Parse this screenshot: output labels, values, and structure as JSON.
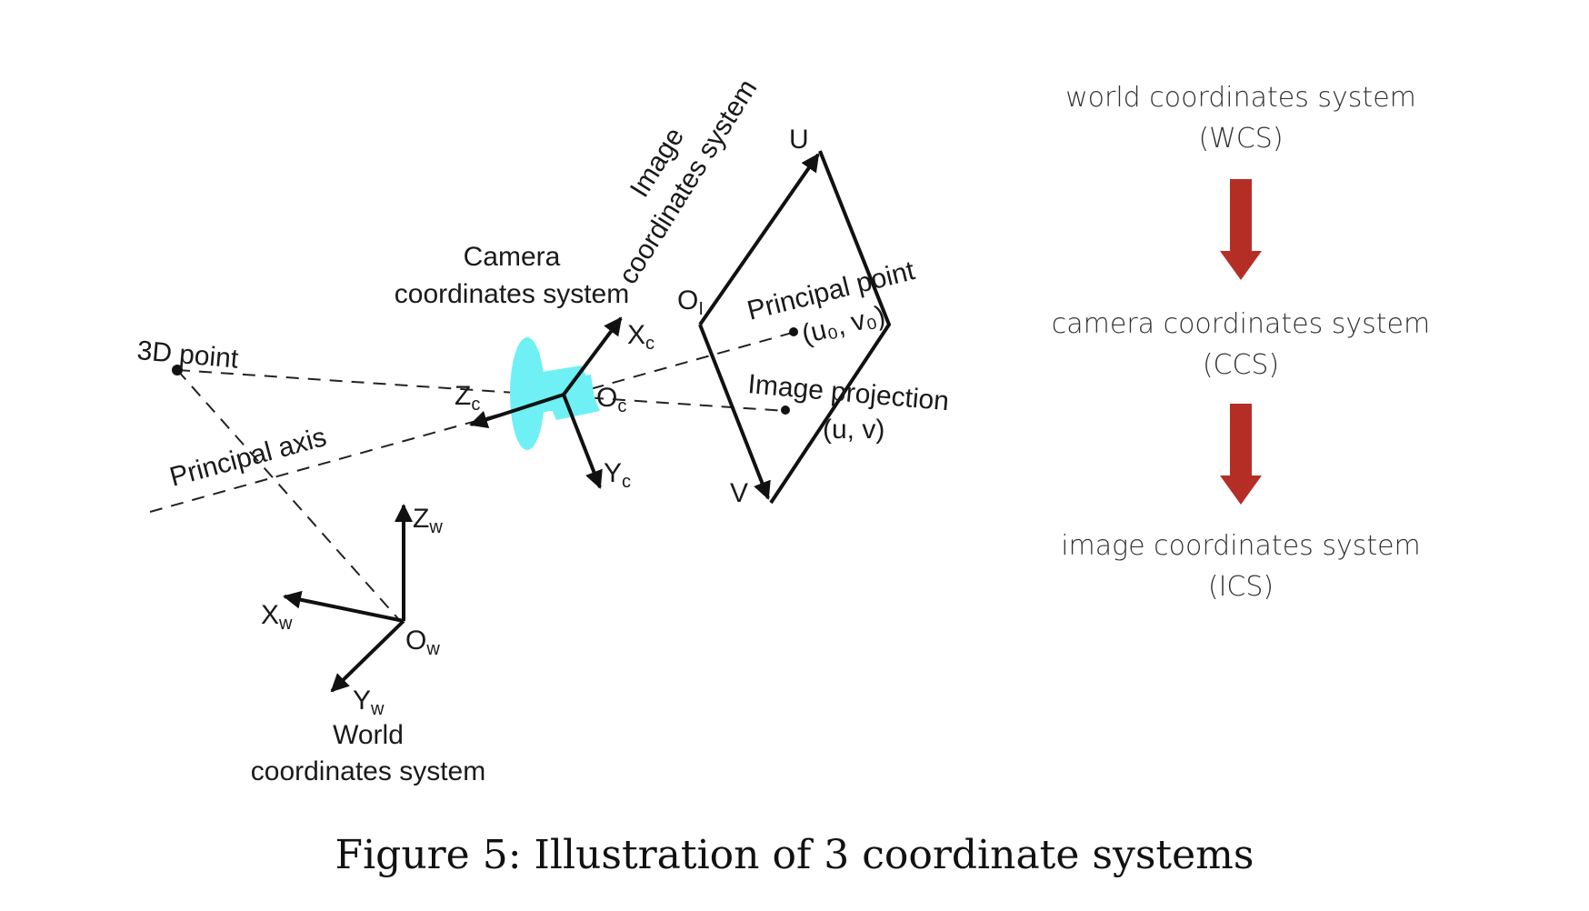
{
  "diagram": {
    "camera_label": [
      "Camera",
      "coordinates system"
    ],
    "image_label": [
      "Image",
      "coordinates system"
    ],
    "world_label": [
      "World",
      "coordinates system"
    ],
    "point_3d": "3D point",
    "principal_axis": "Principal axis",
    "principal_point": "Principal point",
    "principal_point_coords": "(u₀, v₀)",
    "image_projection": "Image projection",
    "image_projection_coords": "(u, v)",
    "axes": {
      "Xc": {
        "main": "X",
        "sub": "c"
      },
      "Yc": {
        "main": "Y",
        "sub": "c"
      },
      "Zc": {
        "main": "Z",
        "sub": "c"
      },
      "Oc": {
        "main": "O",
        "sub": "c"
      },
      "Xw": {
        "main": "X",
        "sub": "w"
      },
      "Yw": {
        "main": "Y",
        "sub": "w"
      },
      "Zw": {
        "main": "Z",
        "sub": "w"
      },
      "Ow": {
        "main": "O",
        "sub": "w"
      },
      "OI": {
        "main": "O",
        "sub": "I"
      },
      "U": "U",
      "V": "V"
    },
    "camera_color": "#6ef0f4"
  },
  "flow": {
    "steps": [
      {
        "line1": "world coordinates system",
        "line2": "(WCS)"
      },
      {
        "line1": "camera coordinates system",
        "line2": "(CCS)"
      },
      {
        "line1": "image coordinates system",
        "line2": "(ICS)"
      }
    ],
    "arrow_color": "#b52e26"
  },
  "caption": "Figure 5: Illustration of 3 coordinate systems"
}
